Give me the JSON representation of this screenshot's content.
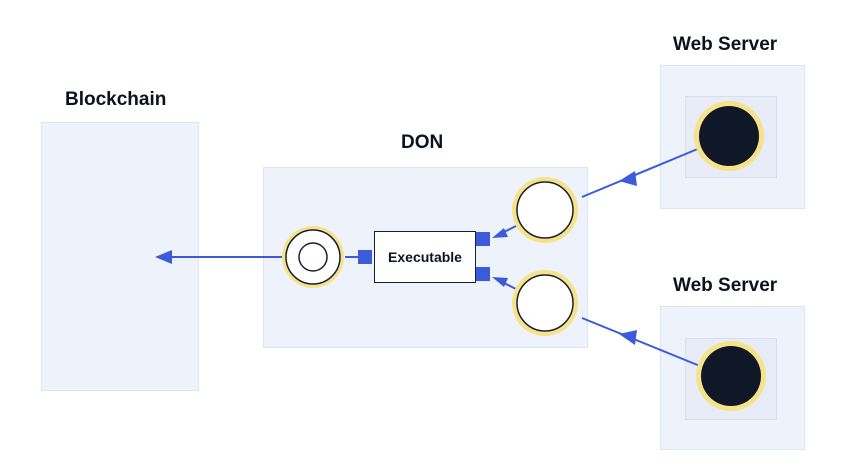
{
  "labels": {
    "blockchain": "Blockchain",
    "don": "DON",
    "web_server_top": "Web Server",
    "web_server_bottom": "Web Server",
    "executable": "Executable"
  },
  "colors": {
    "box_fill": "#eef2fb",
    "node_ring": "#f5e28a",
    "arrow": "#3b5bdb",
    "node_dark": "#101828"
  }
}
